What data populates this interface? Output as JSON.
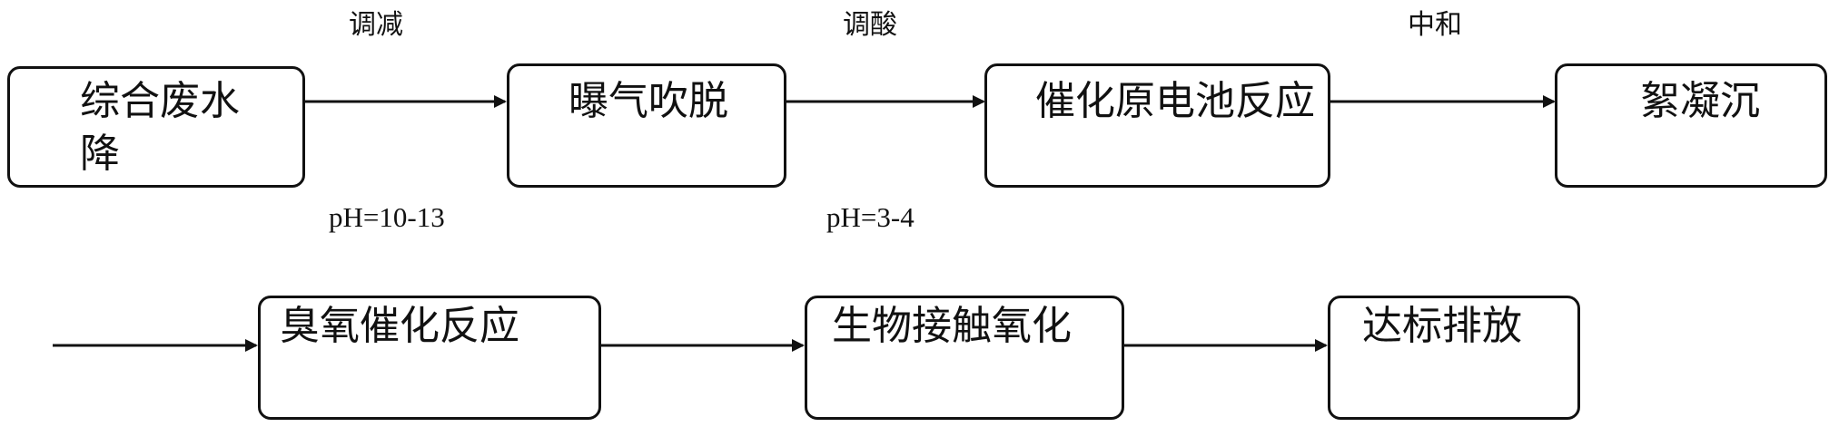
{
  "row1": {
    "box1": {
      "line1": "综合废水",
      "line2": "降"
    },
    "box2": "曝气吹脱",
    "box3": "催化原电池反应",
    "box4": "絮凝沉"
  },
  "row2": {
    "box1": "臭氧催化反应",
    "box2": "生物接触氧化",
    "box3": "达标排放"
  },
  "labels": {
    "adjust_alkali": "调减",
    "adjust_acid": "调酸",
    "neutralize": "中和",
    "ph_1": "pH=10-13",
    "ph_2": "pH=3-4"
  }
}
